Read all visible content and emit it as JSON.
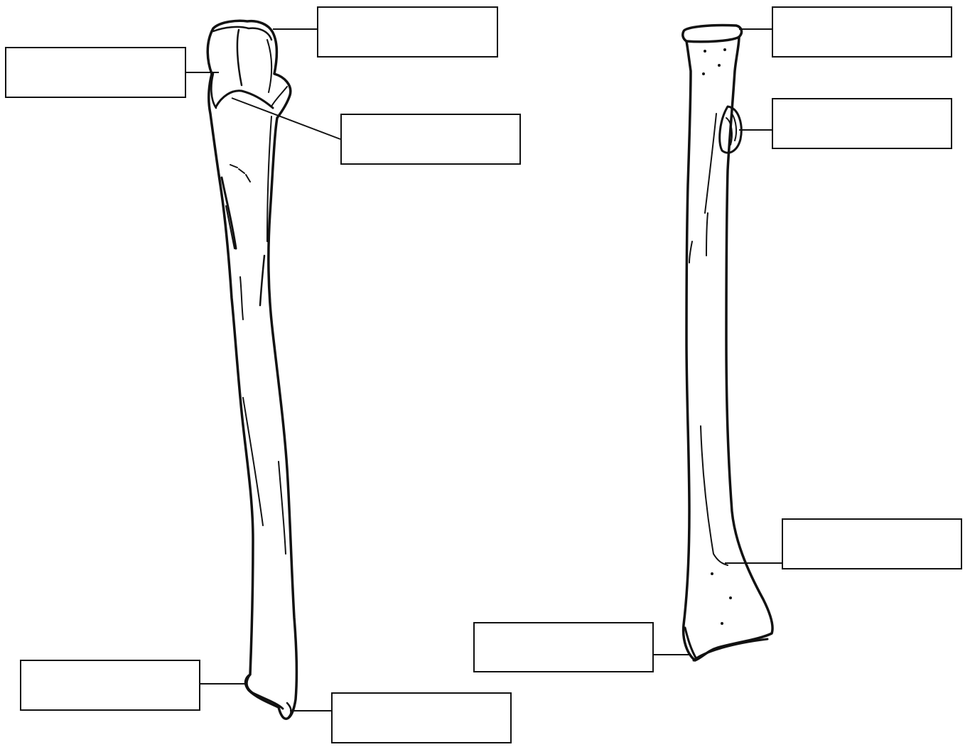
{
  "diagram": {
    "line_color": "#111111",
    "background": "#ffffff",
    "bones": [
      {
        "name": "ulna"
      },
      {
        "name": "radius"
      }
    ],
    "label_boxes": [
      {
        "id": "ulna-top-right",
        "text": ""
      },
      {
        "id": "ulna-top-left",
        "text": ""
      },
      {
        "id": "ulna-mid-right",
        "text": ""
      },
      {
        "id": "ulna-bottom-left",
        "text": ""
      },
      {
        "id": "ulna-bottom-right",
        "text": ""
      },
      {
        "id": "radius-top",
        "text": ""
      },
      {
        "id": "radius-tuberosity",
        "text": ""
      },
      {
        "id": "radius-lower",
        "text": ""
      },
      {
        "id": "radius-bottom",
        "text": ""
      }
    ]
  }
}
